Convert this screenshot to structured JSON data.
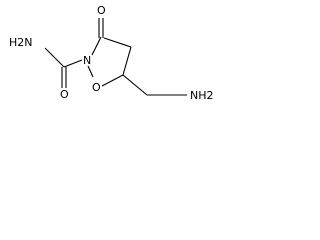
{
  "molecule": {
    "atoms": {
      "ring_oxygen": "O",
      "ring_nitrogen": "N",
      "carbonyl_oxygen_ring": "O",
      "amide_oxygen": "O",
      "amide_nitrogen": "H2N",
      "amine_nitrogen": "NH2"
    }
  }
}
